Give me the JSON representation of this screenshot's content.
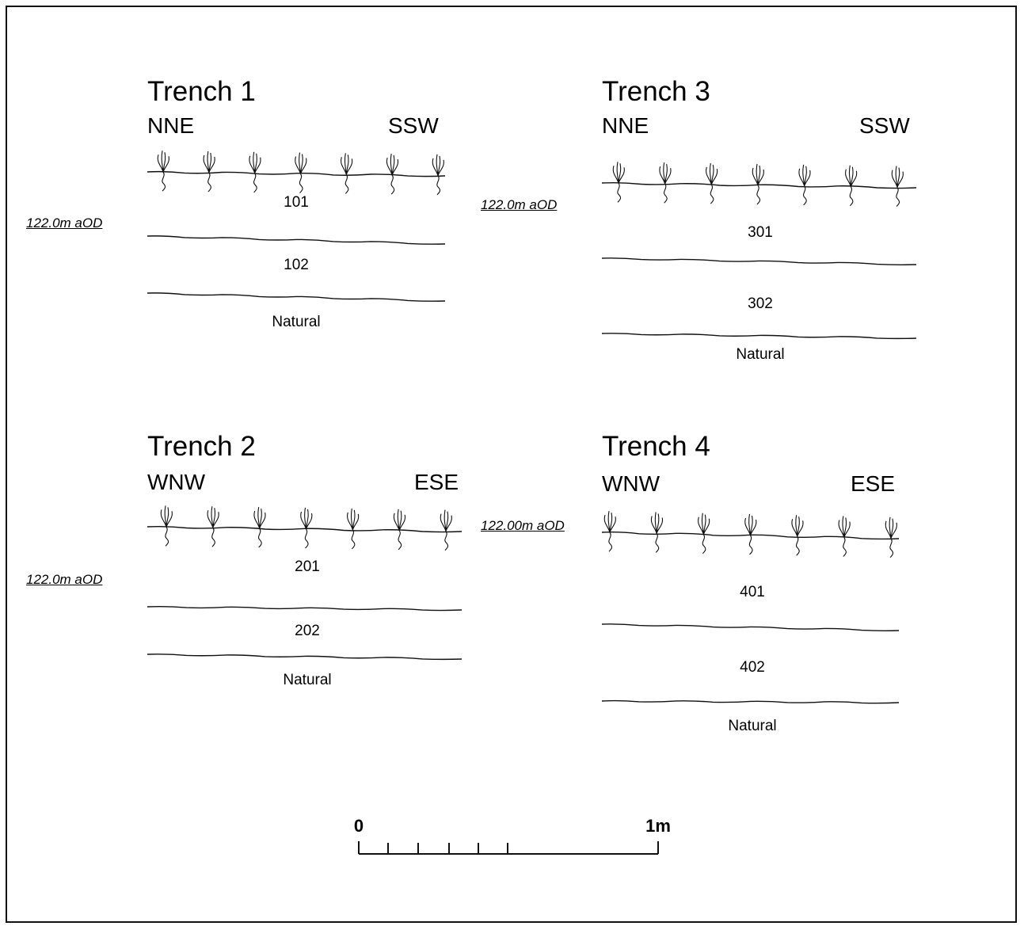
{
  "trenches": [
    {
      "title": "Trench 1",
      "left_dir": "NNE",
      "right_dir": "SSW",
      "datum": "122.0m aOD",
      "layers": [
        "101",
        "102",
        "Natural"
      ]
    },
    {
      "title": "Trench 2",
      "left_dir": "WNW",
      "right_dir": "ESE",
      "datum": "122.0m aOD",
      "layers": [
        "201",
        "202",
        "Natural"
      ]
    },
    {
      "title": "Trench 3",
      "left_dir": "NNE",
      "right_dir": "SSW",
      "datum": "122.0m aOD",
      "layers": [
        "301",
        "302",
        "Natural"
      ]
    },
    {
      "title": "Trench 4",
      "left_dir": "WNW",
      "right_dir": "ESE",
      "datum": "122.00m aOD",
      "layers": [
        "401",
        "402",
        "Natural"
      ]
    }
  ],
  "scale_bar": {
    "start_label": "0",
    "end_label": "1m"
  }
}
